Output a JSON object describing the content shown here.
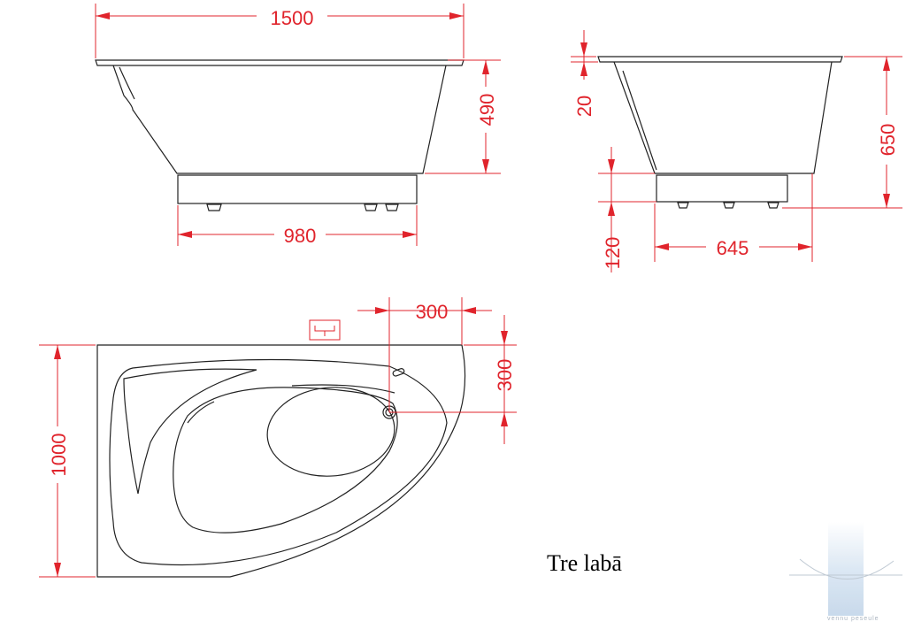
{
  "labels": {
    "front_width": "1500",
    "front_height": "490",
    "front_base_width": "980",
    "side_rim": "20",
    "side_height": "650",
    "side_base_height": "120",
    "side_base_width": "645",
    "top_drain_x": "300",
    "top_drain_y": "300",
    "top_depth": "1000",
    "title": "Tre labā",
    "brand": "vennu peseule"
  },
  "colors": {
    "dimension": "#e0242c",
    "outline": "#222222",
    "watermark": "#c8d8ea"
  }
}
